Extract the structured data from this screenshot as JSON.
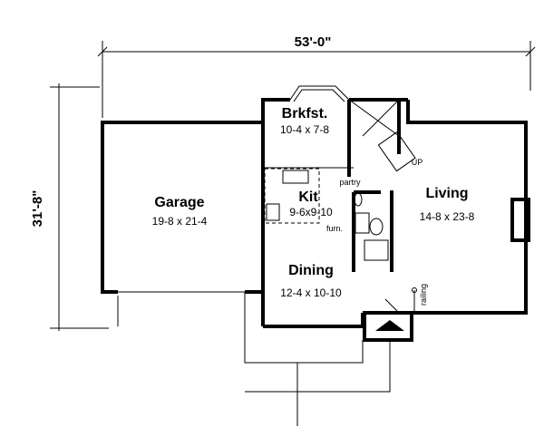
{
  "overall": {
    "width": "53'-0\"",
    "depth": "31'-8\""
  },
  "rooms": [
    {
      "name": "Brkfst.",
      "size": "10-4 x 7-8"
    },
    {
      "name": "Garage",
      "size": "19-8 x 21-4"
    },
    {
      "name": "Kit",
      "size": "9-6x9-10"
    },
    {
      "name": "Living",
      "size": "14-8 x 23-8"
    },
    {
      "name": "Dining",
      "size": "12-4 x 10-10"
    }
  ],
  "notes": {
    "pantry": "partry",
    "furnace": "furn.",
    "stairs": "UP",
    "railing": "railing"
  }
}
